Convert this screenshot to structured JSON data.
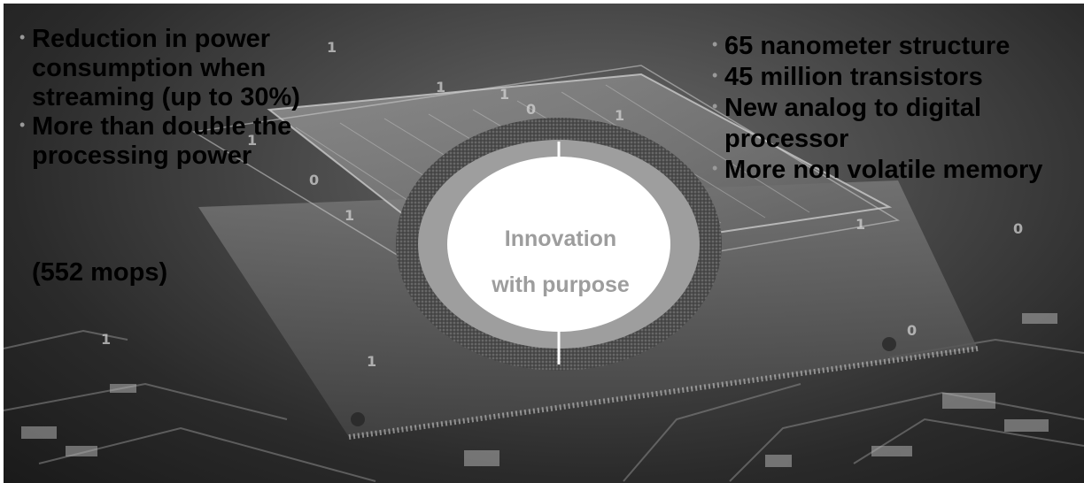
{
  "left_bullets": [
    "Reduction in power consumption when streaming (up to 30%)",
    "More than double the processing power"
  ],
  "left_extra_line": "(552 mops)",
  "right_bullets": [
    "65 nanometer structure",
    "45 million transistors",
    "New analog to digital processor",
    "More non volatile memory"
  ],
  "center": {
    "line1": "Innovation",
    "line2": "with purpose"
  },
  "colors": {
    "ring_outer": "#5c5c5c",
    "ring_inner": "#9e9e9e",
    "center_fill": "#ffffff",
    "center_text": "#9d9d9d"
  },
  "decorative_digits": [
    "1",
    "1",
    "1",
    "0",
    "1",
    "1",
    "0",
    "1",
    "1",
    "1",
    "0",
    "1"
  ]
}
